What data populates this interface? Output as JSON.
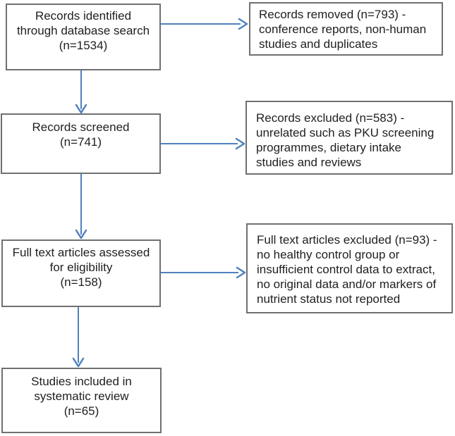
{
  "diagram": {
    "type": "flowchart",
    "subject": "systematic-review-study-selection",
    "boxes": {
      "identified": {
        "lines": [
          "Records identified",
          "through database search",
          "(n=1534)"
        ]
      },
      "removed": {
        "lines": [
          "Records removed (n=793) -",
          "conference reports, non-human",
          "studies and duplicates"
        ]
      },
      "screened": {
        "lines": [
          "Records screened",
          "(n=741)"
        ]
      },
      "excluded_screening": {
        "lines": [
          "Records excluded (n=583) -",
          "unrelated such as PKU screening",
          "programmes, dietary intake",
          "studies and reviews"
        ]
      },
      "fulltext_assessed": {
        "lines": [
          "Full text articles assessed",
          "for eligibility",
          "(n=158)"
        ]
      },
      "fulltext_excluded": {
        "lines": [
          "Full text articles excluded (n=93) -",
          "no healthy control group or",
          "insufficient control data to extract,",
          "no original data and/or markers of",
          "nutrient status not reported"
        ]
      },
      "included": {
        "lines": [
          "Studies included in",
          "systematic review",
          "(n=65)"
        ]
      }
    },
    "counts": {
      "identified": 1534,
      "removed": 793,
      "screened": 741,
      "excluded_screening": 583,
      "fulltext_assessed": 158,
      "fulltext_excluded": 93,
      "included": 65
    },
    "edges": [
      {
        "from": "identified",
        "to": "screened"
      },
      {
        "from": "identified",
        "to": "removed"
      },
      {
        "from": "screened",
        "to": "fulltext_assessed"
      },
      {
        "from": "screened",
        "to": "excluded_screening"
      },
      {
        "from": "fulltext_assessed",
        "to": "included"
      },
      {
        "from": "fulltext_assessed",
        "to": "fulltext_excluded"
      }
    ],
    "colors": {
      "arrow": "#4f81bd",
      "box_border": "#707070",
      "text": "#1f1f1f",
      "background": "#ffffff"
    }
  }
}
